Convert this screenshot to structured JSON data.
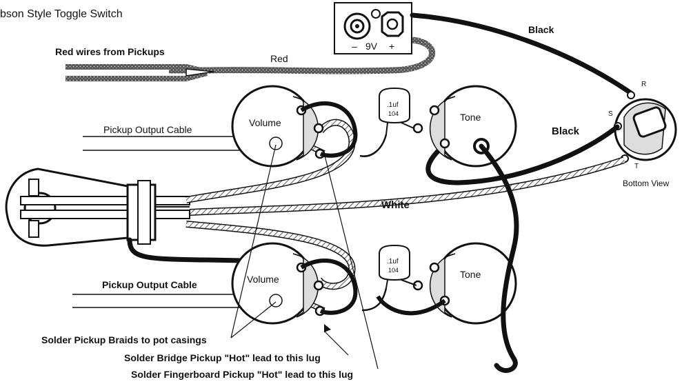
{
  "labels": {
    "title": "bson Style Toggle Switch",
    "battery_minus": "–",
    "battery_voltage": "9V",
    "battery_plus": "+",
    "black_top": "Black",
    "red_wires": "Red wires from Pickups",
    "red": "Red",
    "jack_r": "R",
    "jack_s": "S",
    "jack_t": "T",
    "black_right": "Black",
    "bottom_view": "Bottom View",
    "white": "White",
    "volume_top": "Volume",
    "tone_top": "Tone",
    "volume_bottom": "Volume",
    "tone_bottom": "Tone",
    "cap_top_value": ".1uf",
    "cap_top_code": "104",
    "cap_bottom_value": ".1uf",
    "cap_bottom_code": "104",
    "pickup_cable_top": "Pickup Output Cable",
    "pickup_cable_bottom": "Pickup Output Cable",
    "note_braids": "Solder Pickup Braids to pot casings",
    "note_bridge": "Solder Bridge Pickup \"Hot\" lead to this lug",
    "note_fingerboard": "Solder Fingerboard Pickup \"Hot\" lead to this lug"
  },
  "colors": {
    "wire_black": "#111111",
    "wire_gray": "#8a8a8a",
    "line": "#111111"
  }
}
